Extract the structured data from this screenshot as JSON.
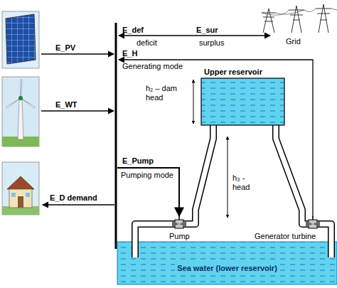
{
  "diagram": {
    "nodes": [
      {
        "text": [
          "Grid"
        ]
      },
      {
        "text": [
          "Upper reservoir"
        ]
      },
      {
        "text": [
          "Pump"
        ]
      },
      {
        "text": [
          "Generator turbine"
        ]
      },
      {
        "text": [
          "Sea water (lower reservoir)"
        ]
      }
    ],
    "labels": [
      "E_PV",
      "E_WT",
      "E_D demand",
      "E_def",
      "deficit",
      "E_sur",
      "surplus",
      "E_H",
      "Generating mode",
      "E_Pump",
      "Pumping mode",
      "h₂ – dam head",
      "h₃ - head"
    ]
  }
}
